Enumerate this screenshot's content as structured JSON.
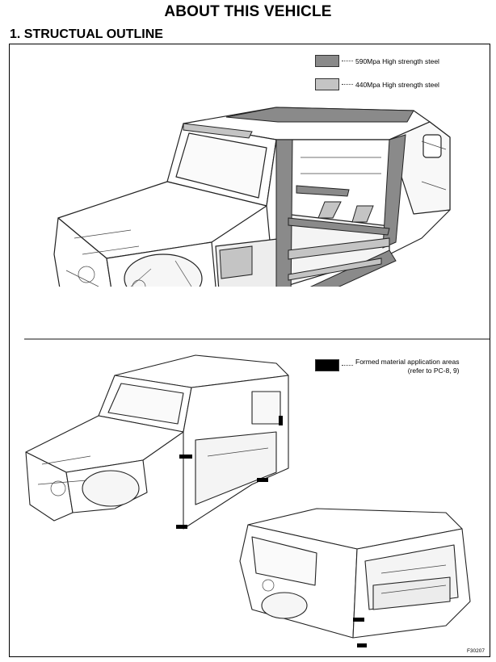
{
  "header": {
    "title": "ABOUT THIS VEHICLE",
    "section": "1.  STRUCTUAL OUTLINE"
  },
  "legend": {
    "steel_590": {
      "label": "590Mpa High strength steel",
      "color": "#8a8a8a"
    },
    "steel_440": {
      "label": "440Mpa High strength steel",
      "color": "#c4c4c4"
    },
    "formed_material": {
      "line1": "Formed material application areas",
      "line2": "(refer to PC-8, 9)",
      "color": "#000000"
    }
  },
  "figure_code": "F30207"
}
